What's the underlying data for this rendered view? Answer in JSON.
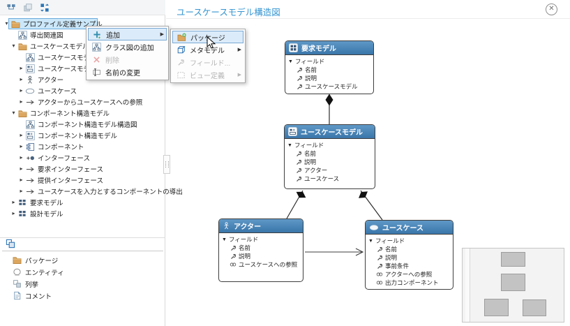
{
  "window": {
    "view_title": "ユースケースモデル構造図",
    "close_glyph": "✕"
  },
  "colors": {
    "accent_blue": "#2e75b6",
    "title_blue": "#3595d2",
    "node_header_top": "#5f98c7",
    "node_header_bottom": "#3a76aa",
    "selection_bg": "#cbe7f9",
    "folder_orange": "#dca65f"
  },
  "toolbar": {
    "icons": [
      "model-tree-icon",
      "copy-layers-icon",
      "model-sync-icon"
    ]
  },
  "tree": {
    "items": [
      {
        "label": "プロファイル定義サンプル",
        "icon": "folder",
        "expander": "open",
        "selected": true
      },
      {
        "label": "導出関連図",
        "icon": "class-diagram",
        "expander": "none"
      },
      {
        "label": "ユースケースモデル",
        "icon": "folder",
        "expander": "open"
      },
      {
        "label": "ユースケースモデル構造図",
        "icon": "class-diagram",
        "expander": "none"
      },
      {
        "label": "ユースケースモデル",
        "icon": "entity",
        "expander": "closed"
      },
      {
        "label": "アクター",
        "icon": "actor",
        "expander": "closed"
      },
      {
        "label": "ユースケース",
        "icon": "usecase",
        "expander": "closed"
      },
      {
        "label": "アクターからユースケースへの参照",
        "icon": "arrow",
        "expander": "closed"
      },
      {
        "label": "コンポーネント構造モデル",
        "icon": "folder",
        "expander": "open"
      },
      {
        "label": "コンポーネント構造モデル構造図",
        "icon": "class-diagram",
        "expander": "none"
      },
      {
        "label": "コンポーネント構造モデル",
        "icon": "entity",
        "expander": "closed"
      },
      {
        "label": "コンポーネント",
        "icon": "component",
        "expander": "closed"
      },
      {
        "label": "インターフェース",
        "icon": "interface",
        "expander": "closed"
      },
      {
        "label": "要求インターフェース",
        "icon": "arrow",
        "expander": "closed"
      },
      {
        "label": "提供インターフェース",
        "icon": "arrow",
        "expander": "closed"
      },
      {
        "label": "ユースケースを入力とするコンポーネントの導出",
        "icon": "arrow",
        "expander": "closed"
      },
      {
        "label": "要求モデル",
        "icon": "grid",
        "expander": "closed"
      },
      {
        "label": "設計モデル",
        "icon": "grid",
        "expander": "closed"
      }
    ]
  },
  "toolbox": {
    "items": [
      {
        "label": "パッケージ",
        "icon": "folder"
      },
      {
        "label": "エンティティ",
        "icon": "ellipse"
      },
      {
        "label": "列挙",
        "icon": "enum"
      },
      {
        "label": "コメント",
        "icon": "note"
      }
    ]
  },
  "context_menu": {
    "items": [
      {
        "label": "追加",
        "icon": "add",
        "submenu": true,
        "highlighted": true
      },
      {
        "label": "クラス図の追加",
        "icon": "class-diagram"
      },
      {
        "label": "削除",
        "icon": "delete",
        "disabled": true
      },
      {
        "label": "名前の変更",
        "icon": "rename"
      }
    ]
  },
  "submenu": {
    "items": [
      {
        "label": "パッケージ",
        "icon": "package-add",
        "highlighted": true
      },
      {
        "label": "メタモデル",
        "icon": "metamodel",
        "submenu": true
      },
      {
        "label": "フィールド...",
        "icon": "field",
        "disabled": true
      },
      {
        "label": "ビュー定義",
        "icon": "view-definition",
        "disabled": true,
        "submenu": true
      }
    ]
  },
  "diagram": {
    "title": "ユースケースモデル構造図",
    "nodes": [
      {
        "title": "要求モデル",
        "icon": "grid",
        "group_label": "フィールド",
        "fields": [
          {
            "name": "名前",
            "icon": "wrench"
          },
          {
            "name": "説明",
            "icon": "wrench"
          },
          {
            "name": "ユースケースモデル",
            "icon": "wrench"
          }
        ]
      },
      {
        "title": "ユースケースモデル",
        "icon": "entity",
        "group_label": "フィールド",
        "fields": [
          {
            "name": "名前",
            "icon": "wrench"
          },
          {
            "name": "説明",
            "icon": "wrench"
          },
          {
            "name": "アクター",
            "icon": "wrench"
          },
          {
            "name": "ユースケース",
            "icon": "wrench"
          }
        ]
      },
      {
        "title": "アクター",
        "icon": "actor",
        "group_label": "フィールド",
        "fields": [
          {
            "name": "名前",
            "icon": "wrench"
          },
          {
            "name": "説明",
            "icon": "wrench"
          },
          {
            "name": "ユースケースへの参照",
            "icon": "reference"
          }
        ]
      },
      {
        "title": "ユースケース",
        "icon": "usecase",
        "group_label": "フィールド",
        "fields": [
          {
            "name": "名前",
            "icon": "wrench"
          },
          {
            "name": "説明",
            "icon": "wrench"
          },
          {
            "name": "事前条件",
            "icon": "wrench"
          },
          {
            "name": "アクターへの参照",
            "icon": "reference"
          },
          {
            "name": "出力コンポーネント",
            "icon": "reference"
          }
        ]
      }
    ],
    "relations": [
      {
        "from": "要求モデル",
        "to": "ユースケースモデル",
        "type": "composition"
      },
      {
        "from": "ユースケースモデル",
        "to": "アクター",
        "type": "composition"
      },
      {
        "from": "ユースケースモデル",
        "to": "ユースケース",
        "type": "composition"
      },
      {
        "from": "アクター",
        "to": "ユースケース",
        "type": "reference-arrow"
      }
    ]
  }
}
